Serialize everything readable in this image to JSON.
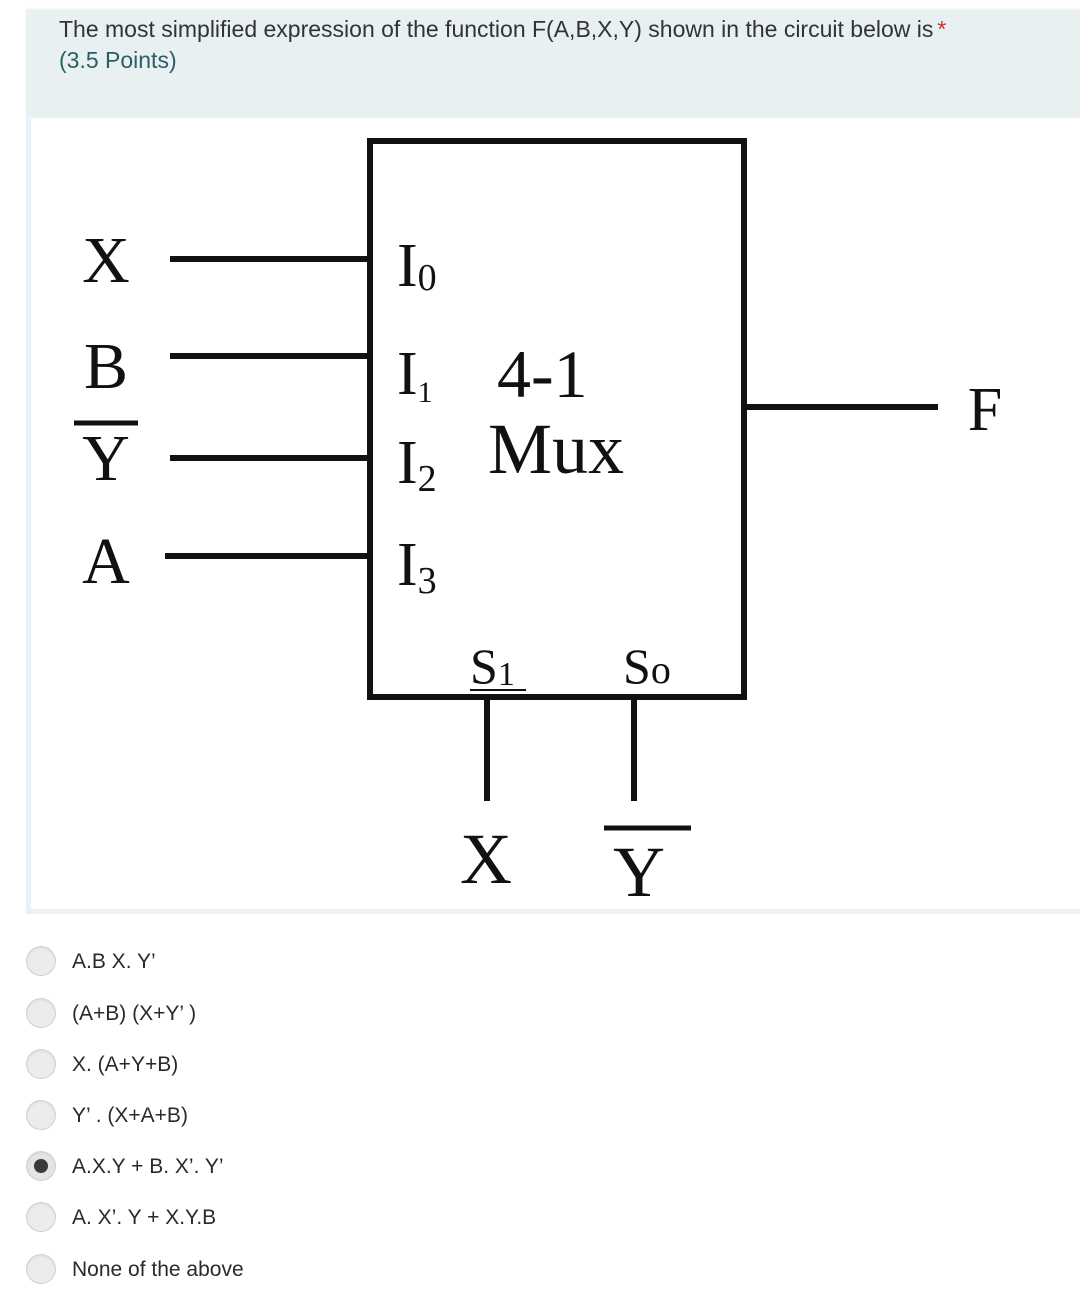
{
  "question": {
    "text": "The most simplified expression of the function F(A,B,X,Y) shown in the circuit below is",
    "required_marker": "*",
    "points": "(3.5 Points)"
  },
  "circuit": {
    "inputs": [
      "X",
      "B",
      "Y",
      "A"
    ],
    "mux_inputs": [
      "I",
      "I",
      "I",
      "I"
    ],
    "mux_input_subscripts": [
      "0",
      "1",
      "2",
      "3"
    ],
    "mux_label_line1": "4-1",
    "mux_label_line2": "Mux",
    "select_labels": [
      "S",
      "S"
    ],
    "select_subscripts": [
      "1",
      "o"
    ],
    "select_inputs": [
      "X",
      "Y"
    ],
    "output": "F"
  },
  "options": [
    {
      "label": "A.B X. Y’",
      "selected": false
    },
    {
      "label": "(A+B) (X+Y’ )",
      "selected": false
    },
    {
      "label": "X. (A+Y+B)",
      "selected": false
    },
    {
      "label": "Y’ . (X+A+B)",
      "selected": false
    },
    {
      "label": "A.X.Y + B. X’. Y’",
      "selected": true
    },
    {
      "label": "A. X’. Y + X.Y.B",
      "selected": false
    },
    {
      "label": "None of the above",
      "selected": false
    }
  ]
}
